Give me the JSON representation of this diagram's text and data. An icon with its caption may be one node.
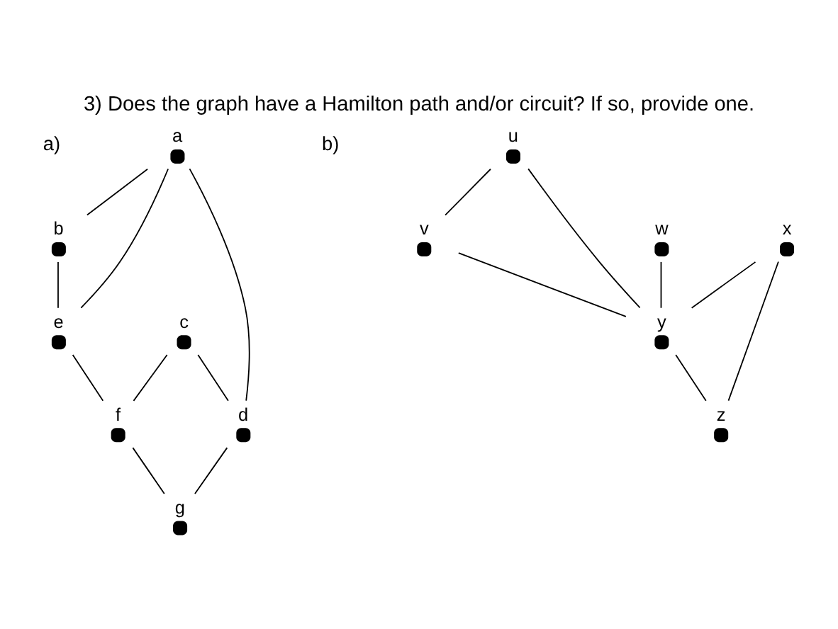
{
  "diagram": {
    "title": "3) Does the graph have a Hamilton path and/or circuit? If so, provide one.",
    "nodes": [
      {
        "text": [],
        "shape": "circle",
        "beside": [
          "a"
        ]
      },
      {
        "text": [],
        "shape": "circle",
        "beside": [
          "b"
        ]
      },
      {
        "text": [],
        "shape": "circle",
        "beside": [
          "c"
        ]
      },
      {
        "text": [],
        "shape": "circle",
        "beside": [
          "d"
        ]
      },
      {
        "text": [],
        "shape": "circle",
        "beside": [
          "e"
        ]
      },
      {
        "text": [],
        "shape": "circle",
        "beside": [
          "f"
        ]
      },
      {
        "text": [],
        "shape": "circle",
        "beside": [
          "g"
        ]
      },
      {
        "text": [],
        "shape": "circle",
        "beside": [
          "u"
        ]
      },
      {
        "text": [],
        "shape": "circle",
        "beside": [
          "v"
        ]
      },
      {
        "text": [],
        "shape": "circle",
        "beside": [
          "w"
        ]
      },
      {
        "text": [],
        "shape": "circle",
        "beside": [
          "x"
        ]
      },
      {
        "text": [],
        "shape": "circle",
        "beside": [
          "y"
        ]
      },
      {
        "text": [],
        "shape": "circle",
        "beside": [
          "z"
        ]
      }
    ],
    "edges": [
      {
        "from": 0,
        "to": 1,
        "arrow": "none"
      },
      {
        "from": 0,
        "to": 4,
        "arrow": "none"
      },
      {
        "from": 1,
        "to": 4,
        "arrow": "none"
      },
      {
        "from": 0,
        "to": 3,
        "arrow": "none"
      },
      {
        "from": 2,
        "to": 3,
        "arrow": "none"
      },
      {
        "from": 2,
        "to": 5,
        "arrow": "none"
      },
      {
        "from": 3,
        "to": 6,
        "arrow": "none"
      },
      {
        "from": 4,
        "to": 5,
        "arrow": "none"
      },
      {
        "from": 5,
        "to": 6,
        "arrow": "none"
      },
      {
        "from": 7,
        "to": 8,
        "arrow": "none"
      },
      {
        "from": 7,
        "to": 11,
        "arrow": "none"
      },
      {
        "from": 8,
        "to": 11,
        "arrow": "none"
      },
      {
        "from": 9,
        "to": 11,
        "arrow": "none"
      },
      {
        "from": 10,
        "to": 11,
        "arrow": "none"
      },
      {
        "from": 11,
        "to": 12,
        "arrow": "none"
      },
      {
        "from": 10,
        "to": 12,
        "arrow": "none"
      }
    ],
    "labels": [
      "a)",
      "b)"
    ]
  }
}
